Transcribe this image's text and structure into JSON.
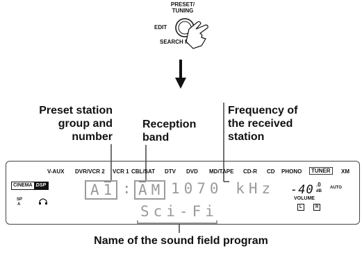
{
  "knob": {
    "title_line1": "PRESET/",
    "title_line2": "TUNING",
    "left_label": "EDIT",
    "bottom_label": "SEARCH MODE"
  },
  "callouts": {
    "preset": [
      "Preset station",
      "group and",
      "number"
    ],
    "reception": [
      "Reception",
      "band"
    ],
    "frequency": [
      "Frequency of",
      "the received",
      "station"
    ],
    "sound_field": "Name of the sound field program"
  },
  "panel": {
    "inputs": [
      "V-AUX",
      "DVR/VCR 2",
      "VCR 1",
      "CBL/SAT",
      "DTV",
      "DVD",
      "MD/TAPE",
      "CD-R",
      "CD",
      "PHONO",
      "TUNER",
      "XM"
    ],
    "cinema_logo": "CINEMA",
    "dsp_logo": "DSP",
    "sp_label": "SP",
    "sp_sub": "A",
    "preset": "A1",
    "separator": ":",
    "band": "AM",
    "frequency": "1070 kHz",
    "program": "Sci-Fi",
    "volume_value": "-40",
    "volume_decimal": ".0",
    "volume_unit": "dB",
    "auto_label": "AUTO",
    "volume_label": "VOLUME",
    "left_indicator": "L",
    "right_indicator": "R"
  }
}
